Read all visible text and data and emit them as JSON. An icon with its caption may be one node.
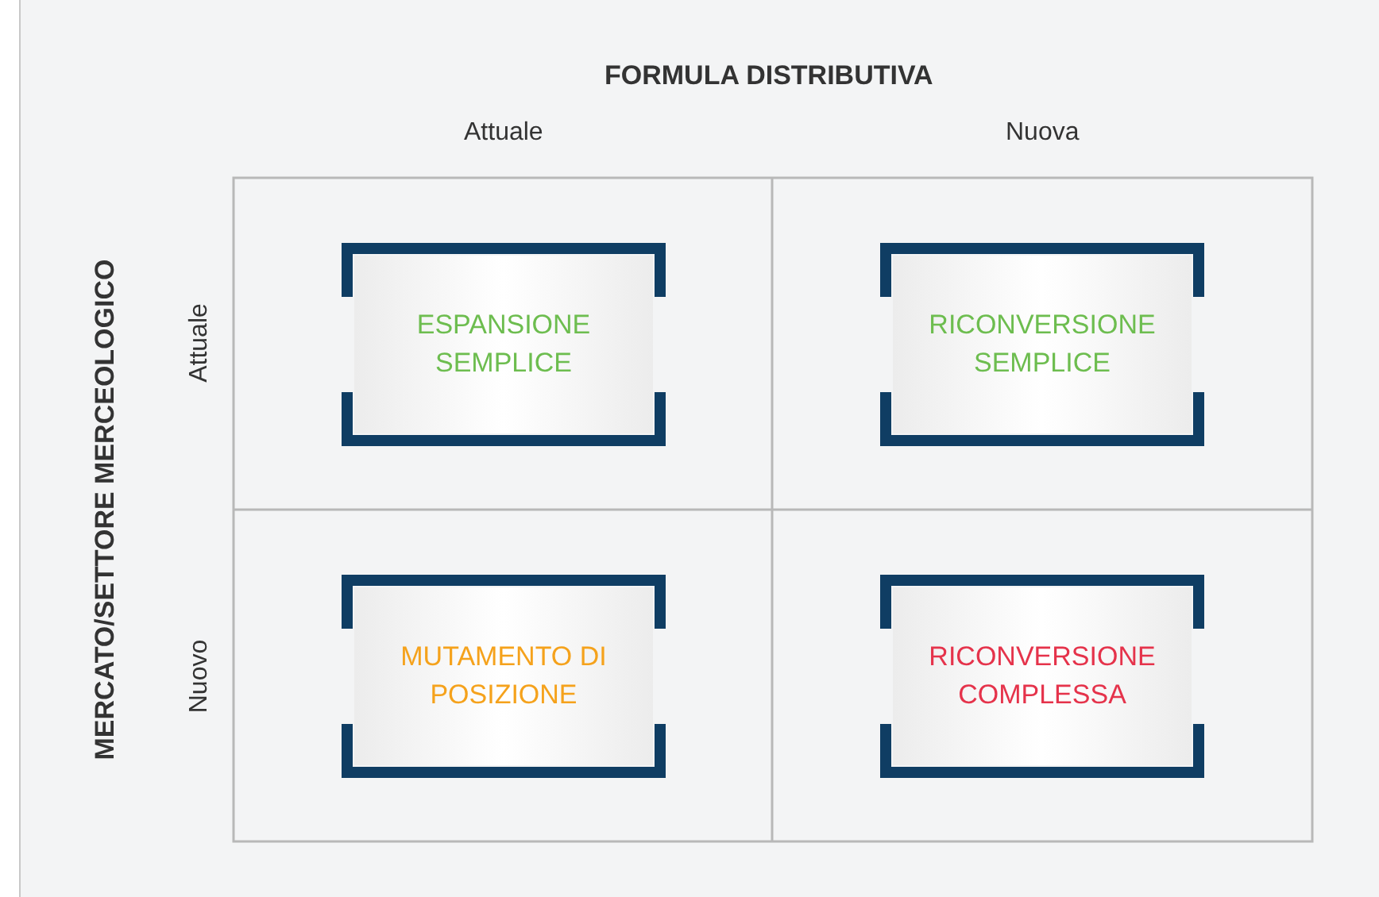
{
  "diagram": {
    "nodes": [
      {
        "text": [
          "ESPANSIONE SEMPLICE"
        ]
      },
      {
        "text": [
          "RICONVERSIONE SEMPLICE"
        ]
      },
      {
        "text": [
          "MUTAMENTO DI POSIZIONE"
        ]
      },
      {
        "text": [
          "RICONVERSIONE COMPLESSA"
        ]
      }
    ],
    "edges": [],
    "labels": [
      "FORMULA DISTRIBUTIVA",
      "Attuale",
      "Nuova",
      "MERCATO/SETTORE MERCEOLOGICO",
      "Attuale",
      "Nuovo"
    ]
  }
}
